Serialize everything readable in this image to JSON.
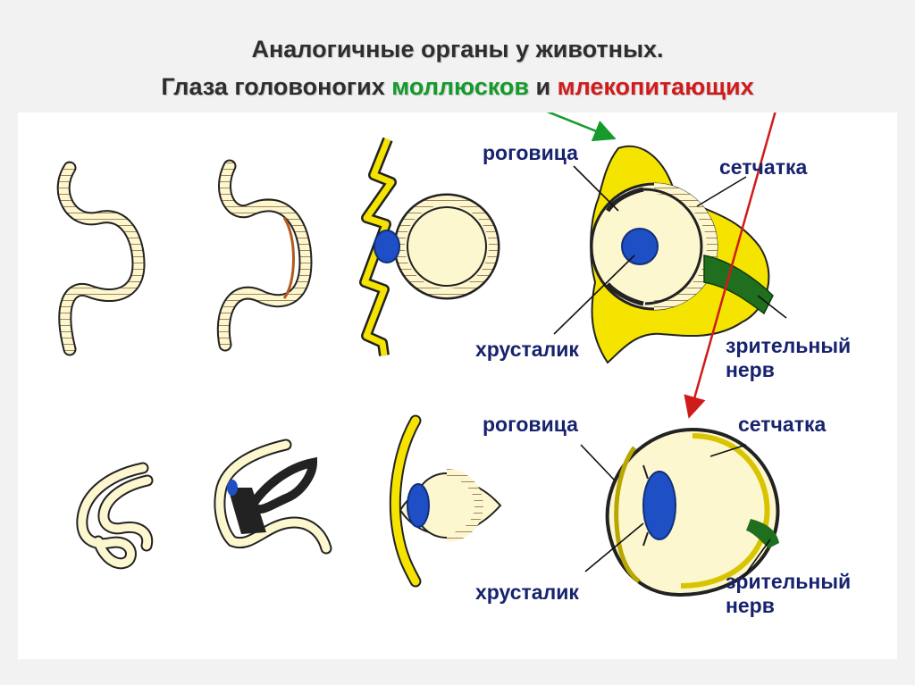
{
  "title": {
    "line1": "Аналогичные органы у животных.",
    "line2_prefix": "Глаза головоногих ",
    "line2_green": "моллюсков",
    "line2_mid": " и ",
    "line2_red": "млекопитающих"
  },
  "labels": {
    "top": {
      "cornea": "роговица",
      "retina": "сетчатка",
      "lens": "хрусталик",
      "nerve_line1": "зрительный",
      "nerve_line2": "нерв"
    },
    "bottom": {
      "cornea": "роговица",
      "retina": "сетчатка",
      "lens": "хрусталик",
      "nerve_line1": "зрительный",
      "nerve_line2": "нерв"
    }
  },
  "colors": {
    "green_word": "#159a2c",
    "red_word": "#d01b1b",
    "label_text": "#17236e",
    "tissue_fill": "#fdf7cf",
    "yellow_tissue": "#f5e400",
    "lens_blue": "#1f4fc4",
    "optic_nerve": "#1f6f1f"
  }
}
